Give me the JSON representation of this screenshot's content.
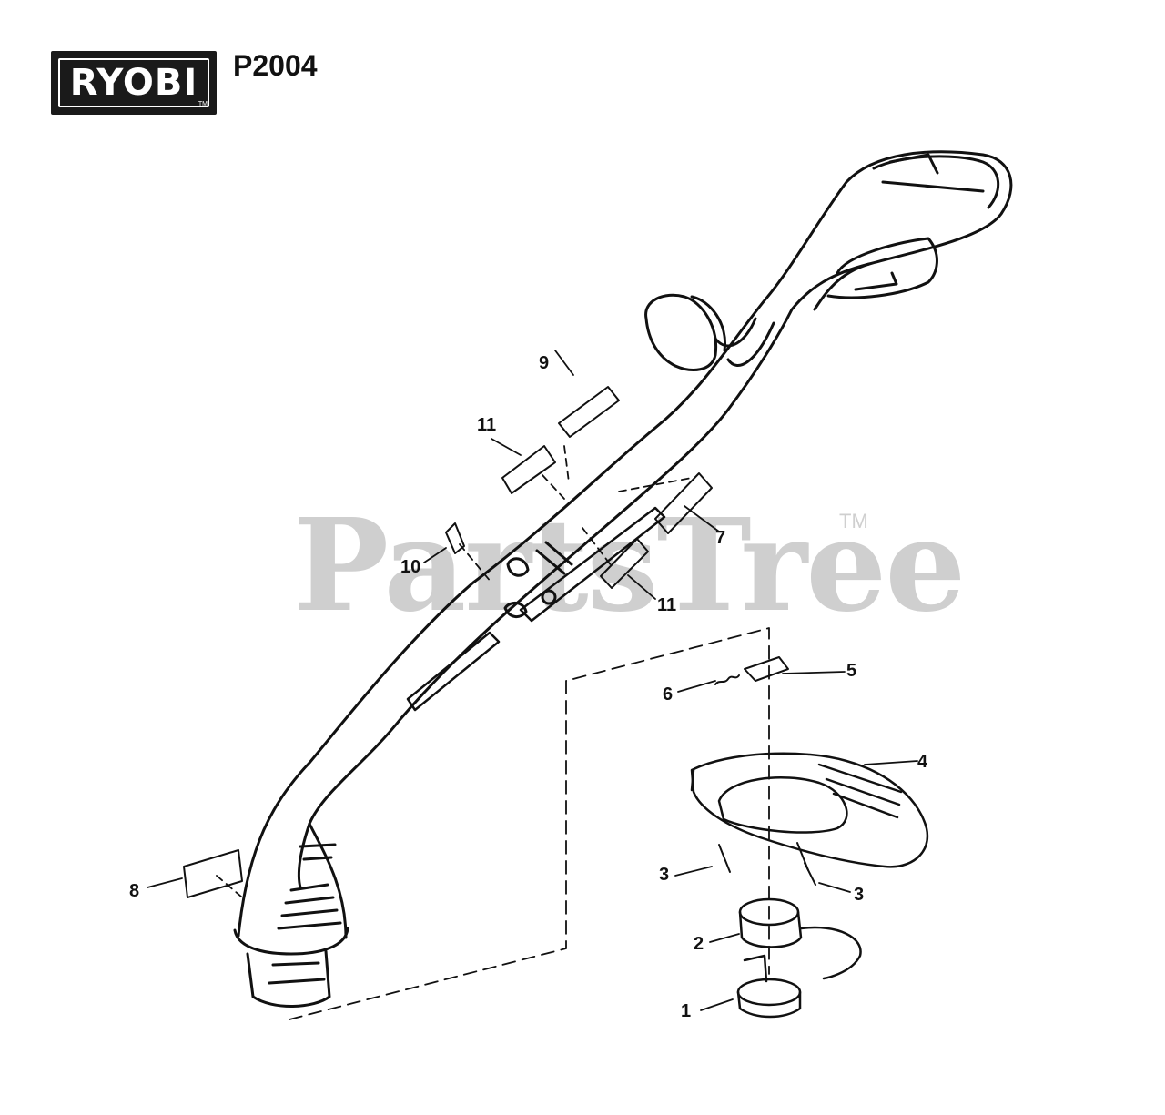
{
  "header": {
    "brand": "RYOBI",
    "brand_tm": "TM",
    "model": "P2004"
  },
  "watermark": {
    "text": "PartsTree",
    "tm": "TM"
  },
  "callouts": [
    {
      "id": "1",
      "label": "1"
    },
    {
      "id": "2",
      "label": "2"
    },
    {
      "id": "3a",
      "label": "3"
    },
    {
      "id": "3b",
      "label": "3"
    },
    {
      "id": "4",
      "label": "4"
    },
    {
      "id": "5",
      "label": "5"
    },
    {
      "id": "6",
      "label": "6"
    },
    {
      "id": "7",
      "label": "7"
    },
    {
      "id": "8",
      "label": "8"
    },
    {
      "id": "9",
      "label": "9"
    },
    {
      "id": "10",
      "label": "10"
    },
    {
      "id": "11a",
      "label": "11"
    },
    {
      "id": "11b",
      "label": "11"
    }
  ]
}
